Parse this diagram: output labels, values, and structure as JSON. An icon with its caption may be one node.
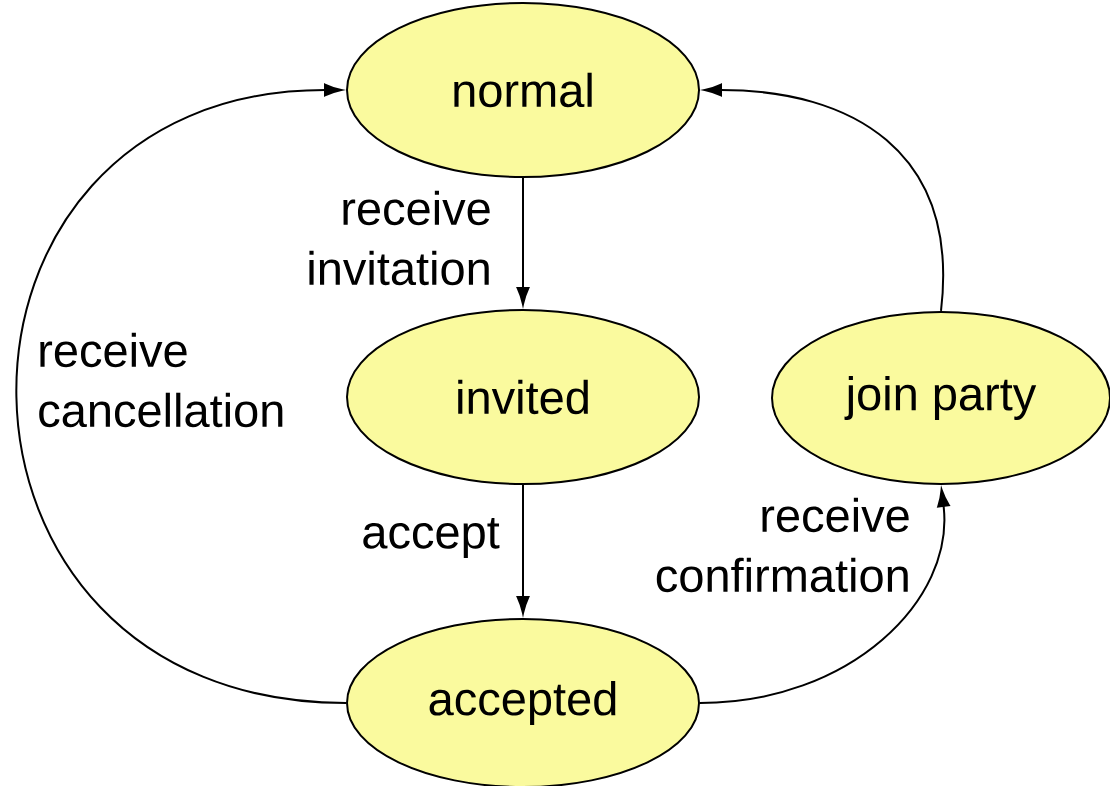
{
  "diagram": {
    "nodes": [
      {
        "text": [
          "normal"
        ]
      },
      {
        "text": [
          "invited"
        ]
      },
      {
        "text": [
          "accepted"
        ]
      },
      {
        "text": [
          "join party"
        ]
      }
    ],
    "edges": [
      {
        "from": 0,
        "to": 1,
        "arrow": "to",
        "label": "receive invitation"
      },
      {
        "from": 1,
        "to": 2,
        "arrow": "to",
        "label": "accept"
      },
      {
        "from": 2,
        "to": 0,
        "arrow": "to",
        "label": "receive cancellation"
      },
      {
        "from": 2,
        "to": 3,
        "arrow": "to",
        "label": "receive confirmation"
      },
      {
        "from": 3,
        "to": 0,
        "arrow": "to"
      }
    ]
  }
}
